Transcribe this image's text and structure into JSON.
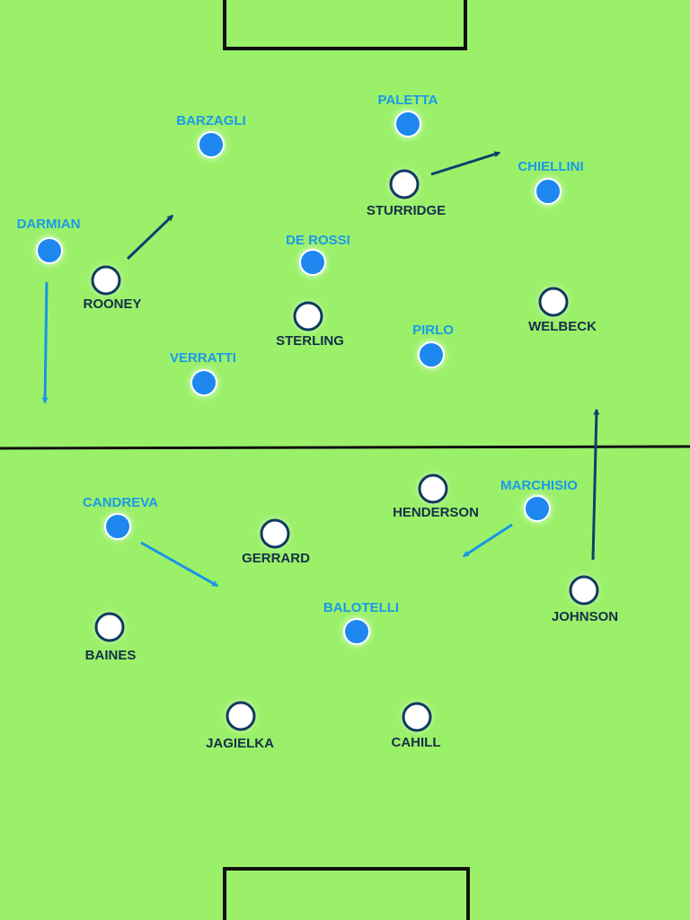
{
  "colors": {
    "pitch": "#9bf06a",
    "lines": "#111111",
    "blue_team": "#1e88f0",
    "blue_label": "#1a9ae8",
    "white_team": "#ffffff",
    "white_outline": "#0f3b5f",
    "white_label": "#173049",
    "arrow_dark": "#0f3f6a",
    "arrow_light": "#1a94e6"
  },
  "players": [
    {
      "name": "PALETTA",
      "team": "blue"
    },
    {
      "name": "BARZAGLI",
      "team": "blue"
    },
    {
      "name": "CHIELLINI",
      "team": "blue"
    },
    {
      "name": "STURRIDGE",
      "team": "white"
    },
    {
      "name": "DARMIAN",
      "team": "blue"
    },
    {
      "name": "DE ROSSI",
      "team": "blue"
    },
    {
      "name": "ROONEY",
      "team": "white"
    },
    {
      "name": "WELBECK",
      "team": "white"
    },
    {
      "name": "STERLING",
      "team": "white"
    },
    {
      "name": "PIRLO",
      "team": "blue"
    },
    {
      "name": "VERRATTI",
      "team": "blue"
    },
    {
      "name": "HENDERSON",
      "team": "white"
    },
    {
      "name": "MARCHISIO",
      "team": "blue"
    },
    {
      "name": "CANDREVA",
      "team": "blue"
    },
    {
      "name": "GERRARD",
      "team": "white"
    },
    {
      "name": "JOHNSON",
      "team": "white"
    },
    {
      "name": "BALOTELLI",
      "team": "blue"
    },
    {
      "name": "BAINES",
      "team": "white"
    },
    {
      "name": "JAGIELKA",
      "team": "white"
    },
    {
      "name": "CAHILL",
      "team": "white"
    }
  ],
  "arrows": [
    {
      "id": "rooney-run",
      "color": "dark"
    },
    {
      "id": "sturridge-run",
      "color": "dark"
    },
    {
      "id": "darmian-run",
      "color": "light"
    },
    {
      "id": "johnson-run",
      "color": "dark"
    },
    {
      "id": "candreva-run",
      "color": "light"
    },
    {
      "id": "marchisio-run",
      "color": "light"
    }
  ]
}
